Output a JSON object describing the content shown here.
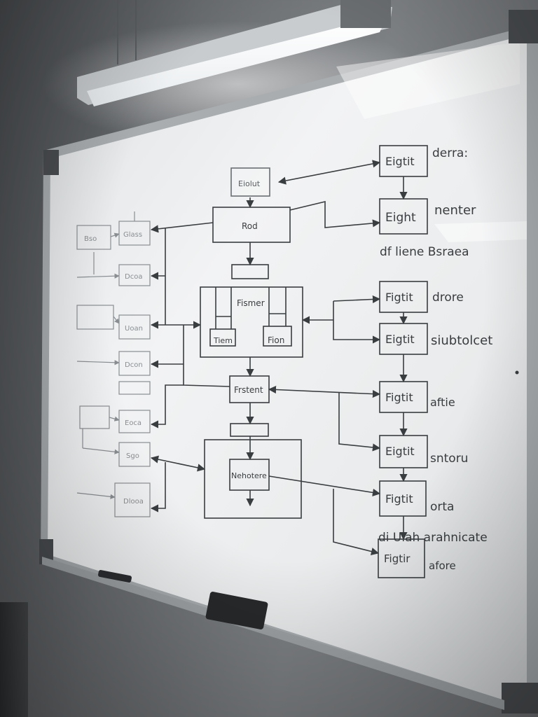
{
  "whiteboard": {
    "board_color": "#eef0f1",
    "frame_color": "#b9bcbf",
    "ink_color": "#3a3d40",
    "boxes": [
      {
        "id": "b1",
        "label": "Eiolut"
      },
      {
        "id": "b2",
        "label": "Rod"
      },
      {
        "id": "b3",
        "label": ""
      },
      {
        "id": "b4",
        "label": "Fismer"
      },
      {
        "id": "b5",
        "label": "Tiem"
      },
      {
        "id": "b6",
        "label": "Fion"
      },
      {
        "id": "b7",
        "label": "Frstent"
      },
      {
        "id": "b8",
        "label": ""
      },
      {
        "id": "b9",
        "label": "Nehotere"
      },
      {
        "id": "r1",
        "label": "Eigtit"
      },
      {
        "id": "r2",
        "label": "Eight"
      },
      {
        "id": "r3",
        "label": "Figtit"
      },
      {
        "id": "r4",
        "label": "Eigtit"
      },
      {
        "id": "r5",
        "label": "Figtit"
      },
      {
        "id": "r6",
        "label": "Eigtit"
      },
      {
        "id": "r7",
        "label": "Figtit"
      },
      {
        "id": "r8",
        "label": "Figtir"
      },
      {
        "id": "l1",
        "label": "Bso"
      },
      {
        "id": "l2",
        "label": "Glass"
      },
      {
        "id": "l3",
        "label": "Dcoa"
      },
      {
        "id": "l4",
        "label": "Uoan"
      },
      {
        "id": "l5",
        "label": "Dcon"
      },
      {
        "id": "l6",
        "label": "Eoca"
      },
      {
        "id": "l7",
        "label": "Sgo"
      },
      {
        "id": "l8",
        "label": "Dlooa"
      }
    ],
    "side_labels": [
      {
        "id": "s1",
        "text": "derra:"
      },
      {
        "id": "s2",
        "text": "nenter"
      },
      {
        "id": "s3",
        "text": "df liene Bsraea"
      },
      {
        "id": "s4",
        "text": "drore"
      },
      {
        "id": "s5",
        "text": "siubtolcet"
      },
      {
        "id": "s6",
        "text": "aftie"
      },
      {
        "id": "s7",
        "text": "sntoru"
      },
      {
        "id": "s8",
        "text": "orta"
      },
      {
        "id": "s9",
        "text": "di Uiah arahnicate"
      },
      {
        "id": "s10",
        "text": "afore"
      }
    ]
  },
  "light_fixture": {
    "tube_color": "#ffffff",
    "housing_color": "#c9cccf"
  }
}
